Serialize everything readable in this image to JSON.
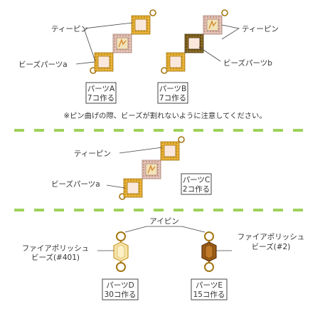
{
  "colors": {
    "gold": "#e8b339",
    "gold_dark": "#b07d12",
    "rose": "#d9b2a6",
    "bronze": "#7a5a1e",
    "separator": "#9ed15a",
    "bead_light": "#f5e3a8",
    "bead_dark": "#9a5a16"
  },
  "section1": {
    "label_teepin_left": "ティーピン",
    "label_teepin_right": "ティーピン",
    "label_beads_a": "ビーズパーツa",
    "label_beads_b": "ビーズパーツb",
    "part_a": {
      "line1": "パーツA",
      "line2": "7コ作る"
    },
    "part_b": {
      "line1": "パーツB",
      "line2": "7コ作る"
    },
    "note": "※ピン曲げの際、ビーズが割れないように注意してください。"
  },
  "section2": {
    "label_teepin": "ティーピン",
    "label_beads_a": "ビーズパーツa",
    "part_c": {
      "line1": "パーツC",
      "line2": "2コ作る"
    }
  },
  "section3": {
    "label_eyepin": "アイピン",
    "label_fire_left": {
      "line1": "ファイアポリッシュ",
      "line2": "ビーズ(#401)"
    },
    "label_fire_right": {
      "line1": "ファイアポリッシュ",
      "line2": "ビーズ(#2)"
    },
    "part_d": {
      "line1": "パーツD",
      "line2": "30コ作る"
    },
    "part_e": {
      "line1": "パーツE",
      "line2": "15コ作る"
    }
  }
}
